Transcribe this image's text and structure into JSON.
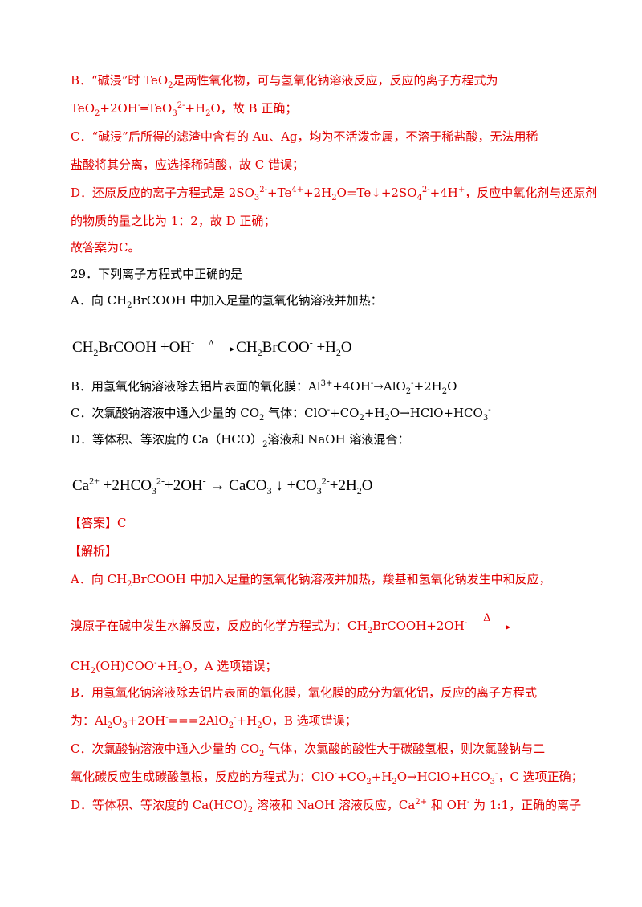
{
  "lines": {
    "b1": {
      "a": "B．“碱浸”时 TeO",
      "b": "2",
      "c": "是两性氧化物，可与氢氧化钠溶液反应，反应的离子方程式为"
    },
    "b2": {
      "a": "TeO",
      "b": "2",
      "c": "+2OH",
      "d": "-",
      "e": "═TeO",
      "f": "3",
      "g": "2-",
      "h": "+H",
      "i": "2",
      "j": "O，故 B 正确；"
    },
    "c1": "C．“碱浸”后所得的滤渣中含有的 Au、Ag，均为不活泼金属，不溶于稀盐酸，无法用稀",
    "c2": "盐酸将其分离，应选择稀硝酸，故 C 错误；",
    "d1": {
      "a": "D．还原反应的离子方程式是 2SO",
      "b": "3",
      "c": "2-",
      "d": "+Te",
      "e": "4+",
      "f": "+2H",
      "g": "2",
      "h": "O=Te↓+2SO",
      "i": "4",
      "j": "2-",
      "k": "+4H",
      "l": "+",
      "m": "，反应中氧化剂与还原剂"
    },
    "d2": "的物质的量之比为 1：2，故 D 正确；",
    "conclusion": "故答案为C。",
    "q29": "29．下列离子方程式中正确的是",
    "qa": {
      "a": "A．向 CH",
      "b": "2",
      "c": "BrCOOH 中加入足量的氢氧化钠溶液并加热："
    },
    "eqA": {
      "a": "CH",
      "b": "2",
      "c": "BrCOOH +OH",
      "d": "-",
      "delta": "Δ",
      "e": "CH",
      "f": "2",
      "g": "BrCOO",
      "h": "-",
      "i": " +H",
      "j": "2",
      "k": "O"
    },
    "qb": {
      "a": "B．用氢氧化钠溶液除去铝片表面的氧化膜：Al",
      "b": "3+",
      "c": "+4OH",
      "d": "-",
      "e": "→AlO",
      "f": "2",
      "g": "-",
      "h": "+2H",
      "i": "2",
      "j": "O"
    },
    "qc": {
      "a": "C．次氯酸钠溶液中通入少量的 CO",
      "b": "2",
      "c": " 气体：ClO",
      "d": "-",
      "e": "+CO",
      "f": "2",
      "g": "+H",
      "h": "2",
      "i": "O→HClO+HCO",
      "j": "3",
      "k": "-"
    },
    "qd": {
      "a": "D．等体积、等浓度的 Ca（HCO）",
      "b": "2",
      "c": "溶液和 NaOH 溶液混合："
    },
    "eqD": {
      "a": "Ca",
      "b": "2+",
      "c": " +2HCO",
      "d": "3",
      "e": "2-",
      "f": "+2OH",
      "g": "-",
      "h": " → CaCO",
      "i": "3",
      "j": " ↓ +CO",
      "k": "3",
      "l": "2-",
      "m": "+2H",
      "n": "2",
      "o": "O"
    },
    "answer_label": "【答案】",
    "answer_value": "C",
    "analysis_label": "【解析】",
    "sa1": {
      "a": "A．向 CH",
      "b": "2",
      "c": "BrCOOH 中加入足量的氢氧化钠溶液并加热，羧基和氢氧化钠发生中和反应，"
    },
    "sa2": {
      "a": "溴原子在碱中发生水解反应，反应的化学方程式为：CH",
      "b": "2",
      "c": "BrCOOH+2OH",
      "d": "-",
      "delta": "Δ"
    },
    "sa3": {
      "a": "CH",
      "b": "2",
      "c": "(OH)COO",
      "d": "-",
      "e": "+H",
      "f": "2",
      "g": "O，A 选项错误；"
    },
    "sb1": "B．用氢氧化钠溶液除去铝片表面的氧化膜，氧化膜的成分为氧化铝，反应的离子方程式",
    "sb2": {
      "a": "为：Al",
      "b": "2",
      "c": "O",
      "d": "3",
      "e": "+2OH",
      "f": "-",
      "g": "===2AlO",
      "h": "2",
      "i": "-",
      "j": "+H",
      "k": "2",
      "l": "O，B 选项错误；"
    },
    "sc1": {
      "a": "C．次氯酸钠溶液中通入少量的 CO",
      "b": "2",
      "c": " 气体，次氯酸的酸性大于碳酸氢根，则次氯酸钠与二"
    },
    "sc2": {
      "a": "氧化碳反应生成碳酸氢根，反应的方程式为：ClO",
      "b": "-",
      "c": "+CO",
      "d": "2",
      "e": "+H",
      "f": "2",
      "g": "O→HClO+HCO",
      "h": "3",
      "i": "-",
      "j": "，C 选项正确；"
    },
    "sd1": {
      "a": "D．等体积、等浓度的 Ca(HCO)",
      "b": "2",
      "c": " 溶液和 NaOH 溶液反应，Ca",
      "d": "2+",
      "e": " 和 OH",
      "f": "-",
      "g": " 为 1:1，正确的离子"
    }
  }
}
